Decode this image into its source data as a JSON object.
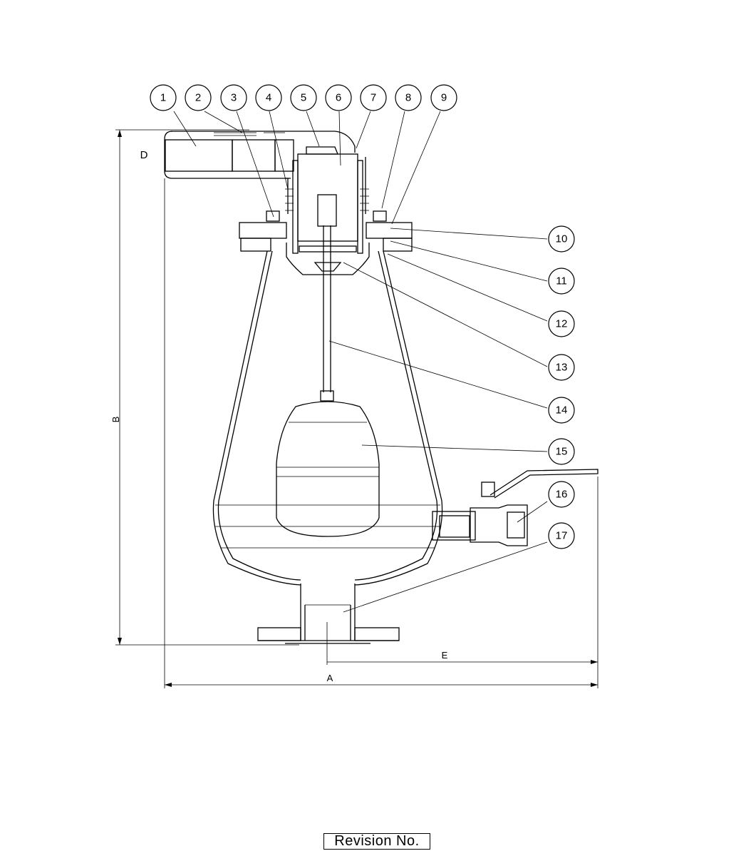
{
  "balloons_top": [
    "1",
    "2",
    "3",
    "4",
    "5",
    "6",
    "7",
    "8",
    "9"
  ],
  "balloons_right": [
    "10",
    "11",
    "12",
    "13",
    "14",
    "15",
    "16",
    "17"
  ],
  "dimensions": {
    "a": "A",
    "b": "B",
    "d": "D",
    "e": "E"
  },
  "revision_label": "Revision No."
}
